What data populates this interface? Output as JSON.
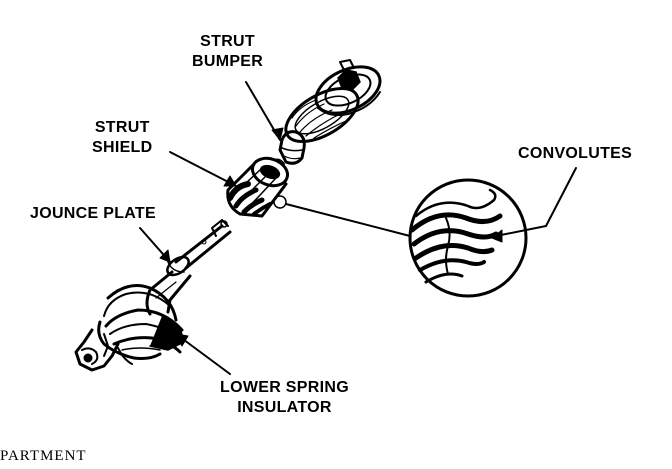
{
  "labels": {
    "strut_bumper_line1": "STRUT",
    "strut_bumper_line2": "BUMPER",
    "strut_shield_line1": "STRUT",
    "strut_shield_line2": "SHIELD",
    "convolutes": "CONVOLUTES",
    "jounce_plate": "JOUNCE PLATE",
    "lower_spring_insulator_line1": "LOWER SPRING",
    "lower_spring_insulator_line2": "INSULATOR"
  },
  "footer": {
    "text": "PARTMENT"
  },
  "colors": {
    "ink": "#000000",
    "paper": "#ffffff"
  }
}
